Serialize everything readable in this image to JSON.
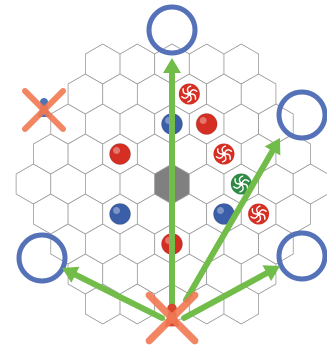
{
  "colors": {
    "background": "#ffffff",
    "hex_stroke": "#9a9a9a",
    "center_hex_fill": "#808080",
    "red_piece": "#d52e22",
    "blue_piece": "#3a5ea8",
    "green_piece": "#2e8a45",
    "target_ring": "#5571b8",
    "arrow": "#72bd4a",
    "cross": "#f17852",
    "pawn_red": "#d8442d",
    "pawn_blue": "#4a74b8"
  },
  "board": {
    "center_tile": {
      "q": 0,
      "r": 0,
      "type": "obstacle"
    }
  },
  "pieces": [
    {
      "type": "ball",
      "color": "red",
      "q": -1,
      "r": -1
    },
    {
      "type": "ball",
      "color": "blue",
      "q": 1,
      "r": -2
    },
    {
      "type": "pinwheel",
      "color": "red",
      "q": 2,
      "r": -3
    },
    {
      "type": "ball",
      "color": "red",
      "q": 2,
      "r": -2
    },
    {
      "type": "ball",
      "color": "blue",
      "q": -2,
      "r": 1
    },
    {
      "type": "pinwheel",
      "color": "red",
      "q": 2,
      "r": -1
    },
    {
      "type": "pinwheel",
      "color": "green",
      "q": 2,
      "r": 0
    },
    {
      "type": "ball",
      "color": "red",
      "q": -1,
      "r": 2
    },
    {
      "type": "ball",
      "color": "blue",
      "q": 1,
      "r": 1
    },
    {
      "type": "pinwheel",
      "color": "red",
      "q": 2,
      "r": 1
    }
  ],
  "targets": [
    {
      "name": "target-top"
    },
    {
      "name": "target-upper-right"
    },
    {
      "name": "target-lower-left"
    },
    {
      "name": "target-lower-right"
    }
  ],
  "moves": [
    {
      "from": "player-current",
      "to": "target-top"
    },
    {
      "from": "player-current",
      "to": "target-upper-right"
    },
    {
      "from": "player-current",
      "to": "target-lower-left"
    },
    {
      "from": "player-current",
      "to": "target-lower-right"
    }
  ],
  "players": [
    {
      "name": "player-current",
      "color": "red",
      "crossed": true
    },
    {
      "name": "player-previous",
      "color": "blue",
      "crossed": true
    }
  ]
}
